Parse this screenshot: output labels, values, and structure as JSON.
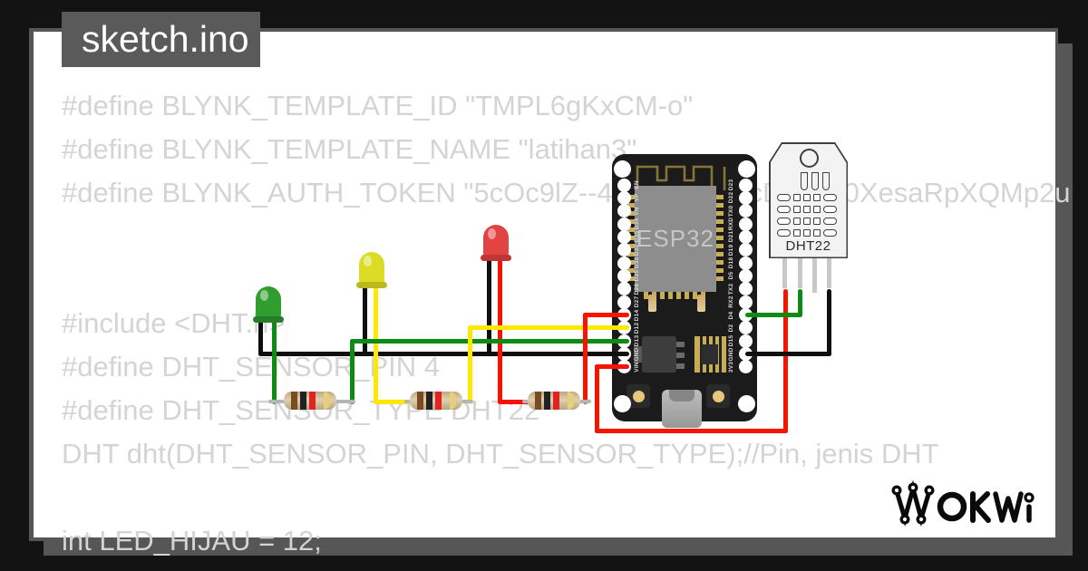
{
  "window": {
    "tab_label": "sketch.ino"
  },
  "code": {
    "lines": [
      "#define BLYNK_TEMPLATE_ID \"TMPL6gKxCM-o\"",
      "#define BLYNK_TEMPLATE_NAME \"latihan3\"",
      "#define BLYNK_AUTH_TOKEN \"5cOc9lZ--4fM8kTzQj1cDWBq0XesaRpXQMp2u",
      "",
      "",
      "#include <DHT.h>",
      "#define DHT_SENSOR_PIN 4",
      "#define DHT_SENSOR_TYPE DHT22",
      "DHT dht(DHT_SENSOR_PIN, DHT_SENSOR_TYPE);//Pin, jenis DHT",
      "",
      "int LED_HIJAU = 12;"
    ]
  },
  "circuit": {
    "esp32": {
      "label": "ESP32",
      "left_pins": [
        "EN",
        "VP",
        "VN",
        "D34",
        "D35",
        "D32",
        "D33",
        "D25",
        "D26",
        "D27",
        "D14",
        "D12",
        "D13",
        "GND",
        "VIN"
      ],
      "right_pins": [
        "D23",
        "D22",
        "TX0",
        "RXD",
        "D21",
        "D19",
        "D18",
        "D5",
        "TX2",
        "RX2",
        "D4",
        "D2",
        "D15",
        "GND",
        "3V3"
      ]
    },
    "dht22": {
      "label": "DHT22"
    }
  },
  "logo": {
    "text": "WOKWI"
  },
  "colors": {
    "background": "#131313",
    "frame_gray": "#565656",
    "panel_white": "#ffffff",
    "tab_bg": "#5a5a5a",
    "tab_text": "#ffffff",
    "code_text": "#d4d4d4",
    "wire_red": "#f61300",
    "wire_green": "#0e8b12",
    "wire_yellow": "#ffe800",
    "wire_black": "#0f0f0f",
    "board_black": "#1b1b1b",
    "chip_gray": "#8d8d8d",
    "gold": "#c9ad55",
    "resistor_body": "#d9c49b",
    "res_brown": "#7a4a21",
    "res_black": "#222222",
    "res_red": "#e32222",
    "res_gold": "#e6cf7a",
    "led_green": "#2f9e2f",
    "led_yellow": "#dcdc28",
    "led_red": "#e24444",
    "dht_body": "#f3f3f3",
    "dht_outline": "#3f3f3f"
  }
}
